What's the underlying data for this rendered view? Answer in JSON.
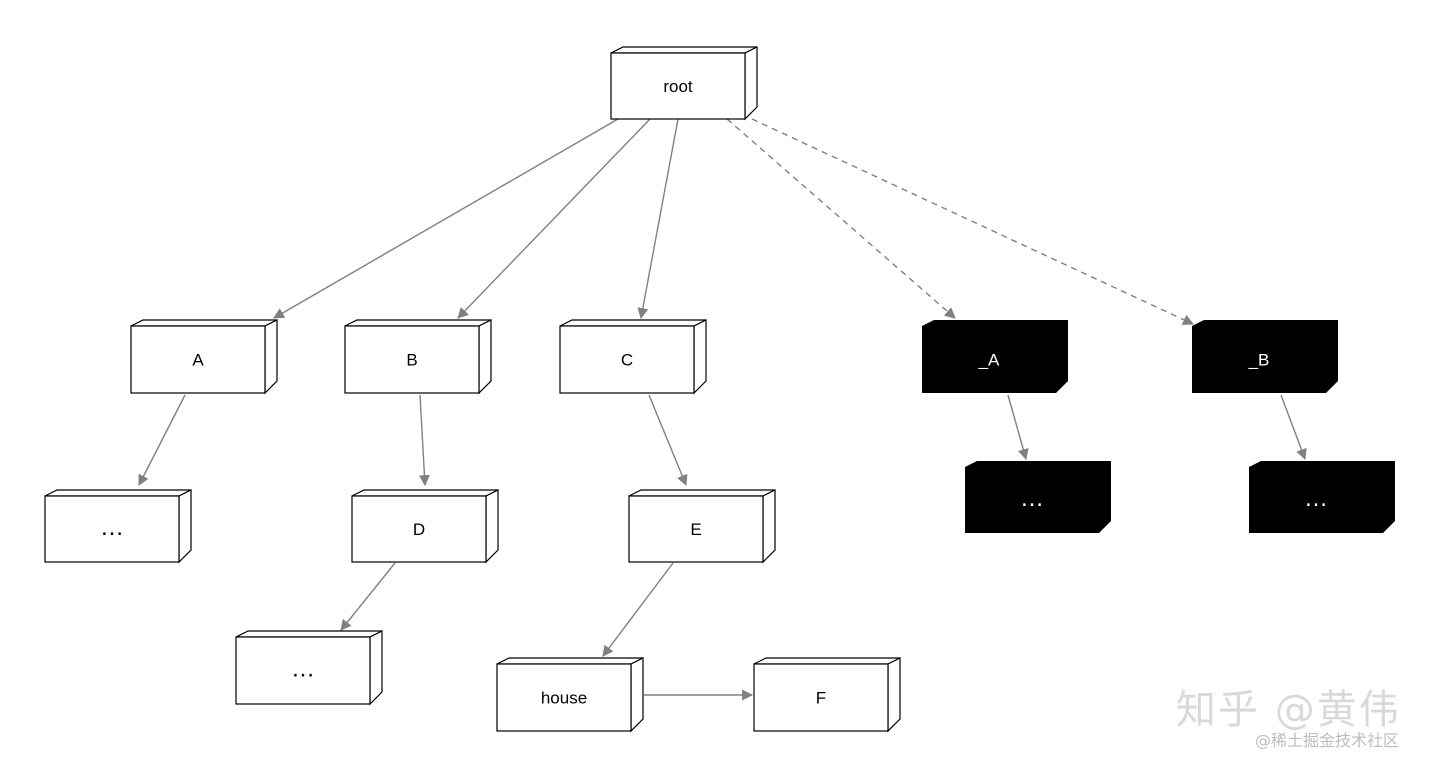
{
  "diagram": {
    "type": "tree",
    "nodes": {
      "root": {
        "label": "root",
        "style": "outline"
      },
      "A": {
        "label": "A",
        "style": "outline"
      },
      "B": {
        "label": "B",
        "style": "outline"
      },
      "C": {
        "label": "C",
        "style": "outline"
      },
      "_A": {
        "label": "_A",
        "style": "filled"
      },
      "_B": {
        "label": "_B",
        "style": "filled"
      },
      "A_child": {
        "label": "…",
        "style": "outline"
      },
      "D": {
        "label": "D",
        "style": "outline"
      },
      "E": {
        "label": "E",
        "style": "outline"
      },
      "_A_child": {
        "label": "…",
        "style": "filled"
      },
      "_B_child": {
        "label": "…",
        "style": "filled"
      },
      "D_child": {
        "label": "…",
        "style": "outline"
      },
      "house": {
        "label": "house",
        "style": "outline"
      },
      "F": {
        "label": "F",
        "style": "outline"
      }
    },
    "edges": [
      {
        "from": "root",
        "to": "A",
        "style": "solid"
      },
      {
        "from": "root",
        "to": "B",
        "style": "solid"
      },
      {
        "from": "root",
        "to": "C",
        "style": "solid"
      },
      {
        "from": "root",
        "to": "_A",
        "style": "dashed"
      },
      {
        "from": "root",
        "to": "_B",
        "style": "dashed"
      },
      {
        "from": "A",
        "to": "A_child",
        "style": "solid"
      },
      {
        "from": "B",
        "to": "D",
        "style": "solid"
      },
      {
        "from": "C",
        "to": "E",
        "style": "solid"
      },
      {
        "from": "_A",
        "to": "_A_child",
        "style": "solid"
      },
      {
        "from": "_B",
        "to": "_B_child",
        "style": "solid"
      },
      {
        "from": "D",
        "to": "D_child",
        "style": "solid"
      },
      {
        "from": "E",
        "to": "house",
        "style": "solid"
      },
      {
        "from": "house",
        "to": "F",
        "style": "solid"
      }
    ],
    "colors": {
      "edge": "#808080",
      "node_stroke": "#000000",
      "node_fill": "#ffffff",
      "filled_node": "#000000",
      "filled_text": "#ffffff"
    }
  },
  "watermark": {
    "main": "知乎 @黄伟",
    "sub": "@稀土掘金技术社区"
  }
}
